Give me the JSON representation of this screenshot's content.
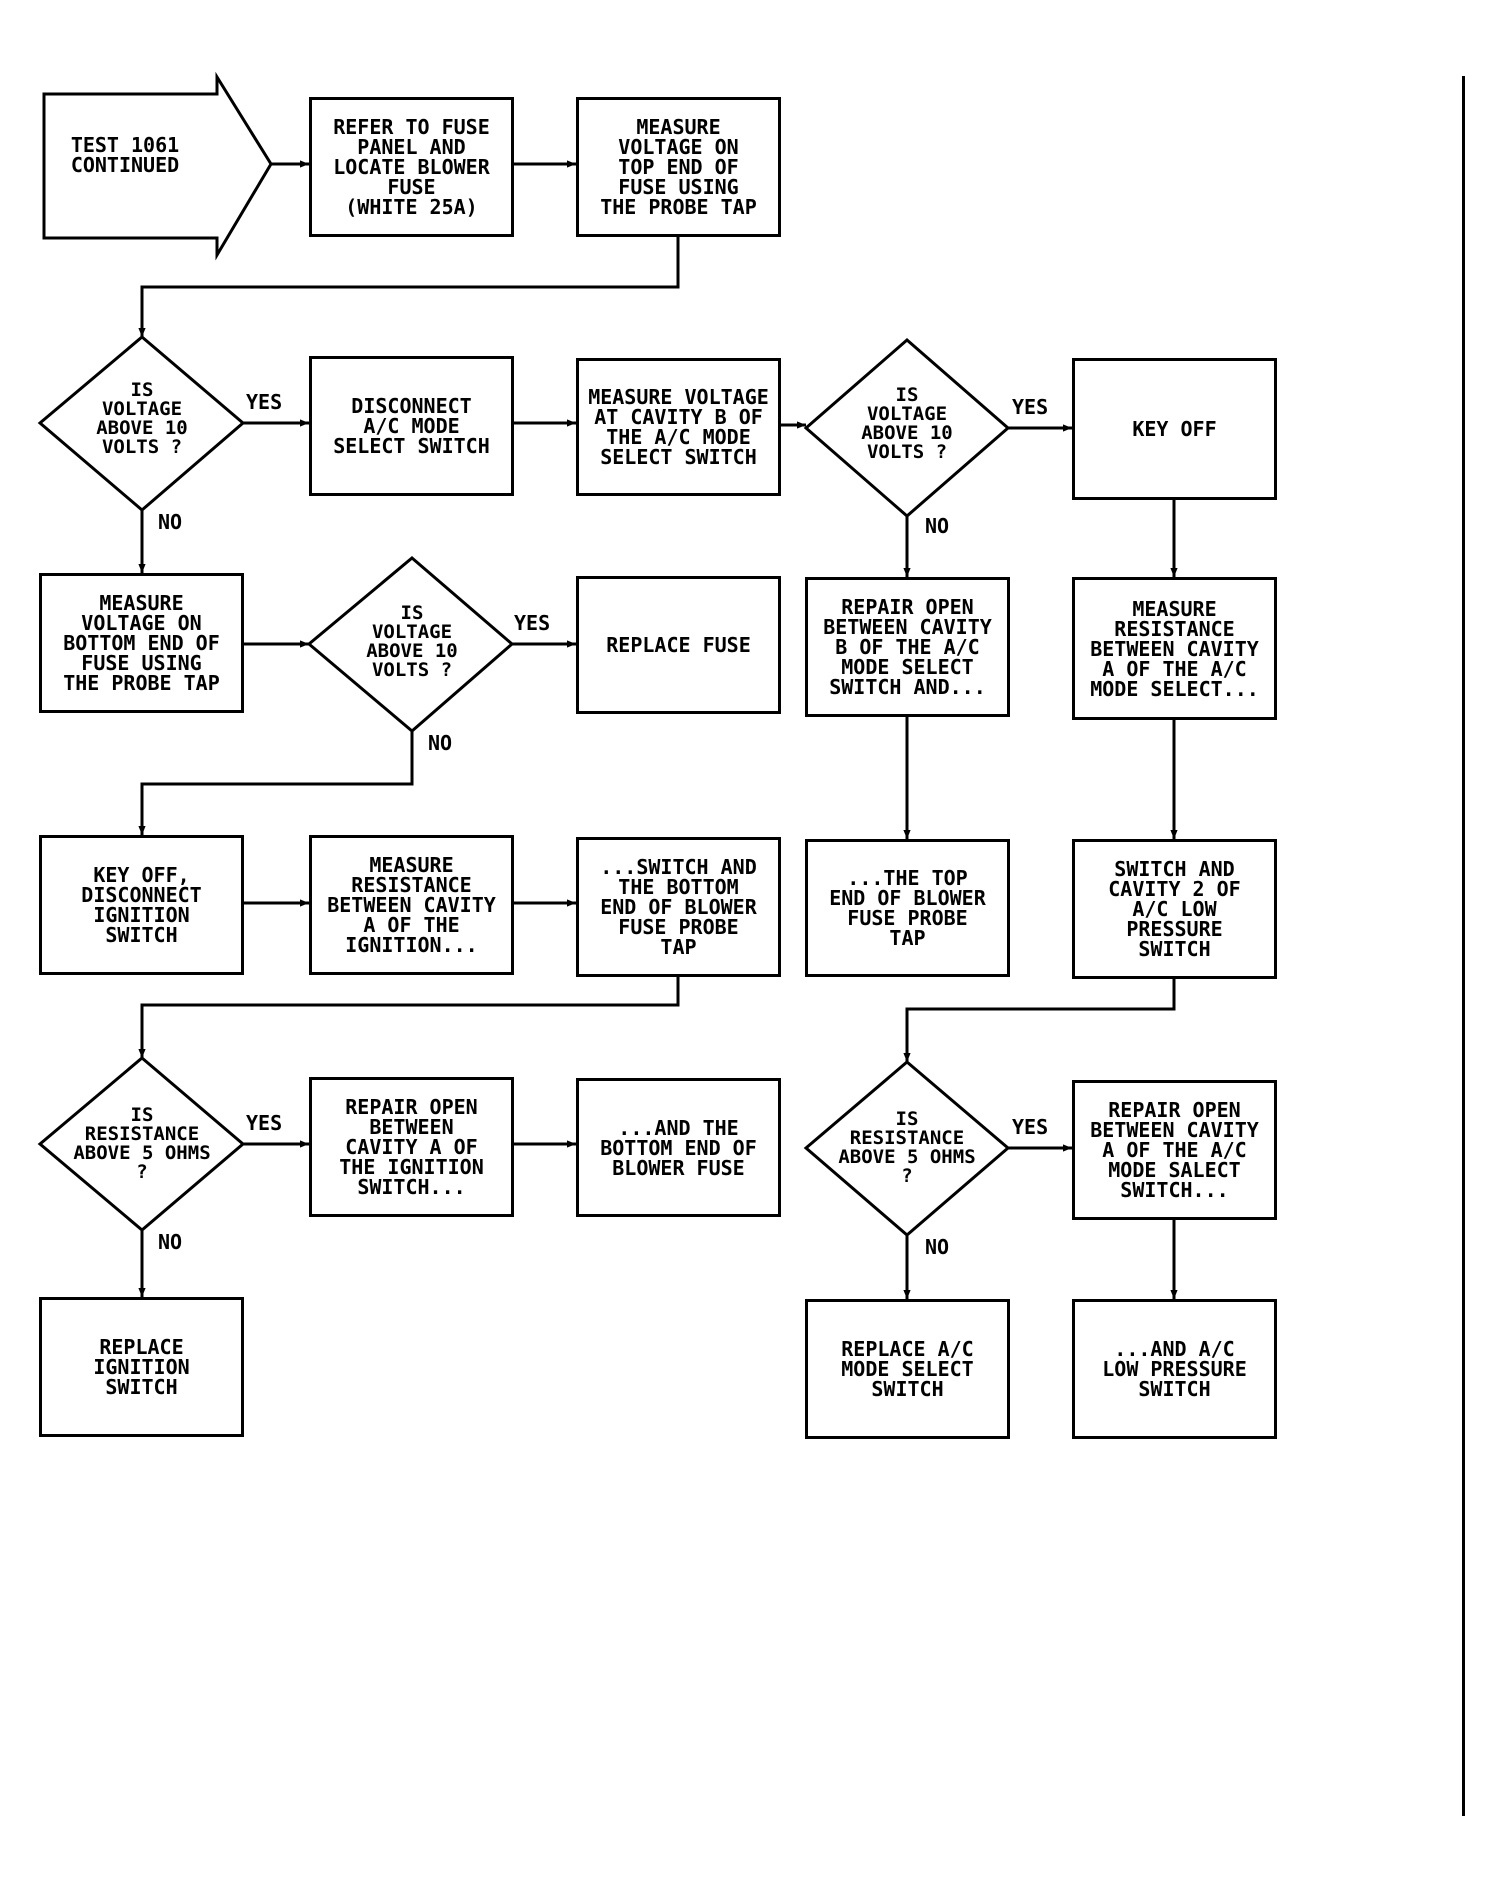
{
  "nodes": {
    "start": "TEST 1061\nCONTINUED",
    "refer_fuse_panel": "REFER TO FUSE\nPANEL AND\nLOCATE BLOWER\nFUSE\n(WHITE 25A)",
    "measure_top_end": "MEASURE\nVOLTAGE ON\nTOP END OF\nFUSE USING\nTHE PROBE TAP",
    "decision_voltage_1": "IS\nVOLTAGE\nABOVE 10\nVOLTS ?",
    "disconnect_ac_mode": "DISCONNECT\nA/C MODE\nSELECT SWITCH",
    "measure_cavity_b": "MEASURE VOLTAGE\nAT CAVITY B OF\nTHE A/C MODE\nSELECT SWITCH",
    "decision_voltage_2": "IS\nVOLTAGE\nABOVE 10\nVOLTS ?",
    "key_off_1": "KEY OFF",
    "measure_bottom_end": "MEASURE\nVOLTAGE ON\nBOTTOM END OF\nFUSE USING\nTHE PROBE TAP",
    "decision_voltage_3": "IS\nVOLTAGE\nABOVE 10\nVOLTS ?",
    "replace_fuse": "REPLACE FUSE",
    "repair_open_cavity_b": "REPAIR OPEN\nBETWEEN CAVITY\nB OF THE A/C\nMODE SELECT\nSWITCH AND...",
    "measure_resistance_ac": "MEASURE\nRESISTANCE\nBETWEEN CAVITY\nA OF THE A/C\nMODE SELECT...",
    "key_off_disconnect_ign": "KEY OFF,\nDISCONNECT\nIGNITION\nSWITCH",
    "measure_resistance_ign": "MEASURE\nRESISTANCE\nBETWEEN CAVITY\nA OF THE\nIGNITION...",
    "switch_bottom_end": "...SWITCH AND\nTHE BOTTOM\nEND OF BLOWER\nFUSE PROBE\nTAP",
    "top_end_blower": "...THE TOP\nEND OF BLOWER\nFUSE PROBE\nTAP",
    "switch_cavity_2": "SWITCH AND\nCAVITY 2 OF\nA/C LOW\nPRESSURE\nSWITCH",
    "decision_resistance_1": "IS\nRESISTANCE\nABOVE 5 OHMS\n?",
    "repair_open_ign": "REPAIR OPEN\nBETWEEN\nCAVITY A OF\nTHE IGNITION\nSWITCH...",
    "bottom_end_blower": "...AND THE\nBOTTOM END OF\nBLOWER FUSE",
    "decision_resistance_2": "IS\nRESISTANCE\nABOVE 5 OHMS\n?",
    "repair_open_ac_mode": "REPAIR OPEN\nBETWEEN CAVITY\nA OF THE A/C\nMODE SALECT\nSWITCH...",
    "replace_ign_switch": "REPLACE\nIGNITION\nSWITCH",
    "replace_ac_mode_switch": "REPLACE A/C\nMODE SELECT\nSWITCH",
    "and_ac_low_pressure": "...AND A/C\nLOW PRESSURE\nSWITCH"
  },
  "labels": {
    "yes": "YES",
    "no": "NO"
  }
}
